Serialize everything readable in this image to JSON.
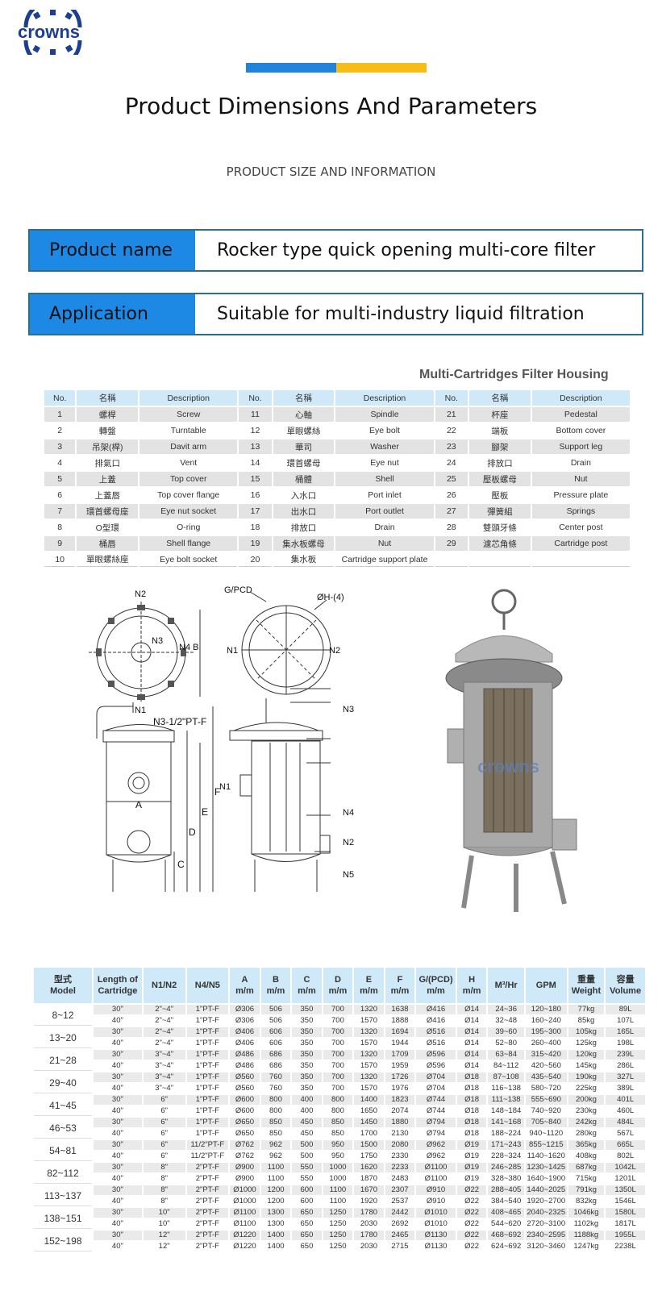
{
  "brand": {
    "name": "crowns",
    "color": "#1d3f8f"
  },
  "header": {
    "title": "Product Dimensions And Parameters",
    "subtitle": "PRODUCT SIZE AND INFORMATION",
    "bar_colors": [
      "#1f84dd",
      "#f6bd18"
    ]
  },
  "info": [
    {
      "label": "Product name",
      "value": "Rocker type quick opening multi-core filter"
    },
    {
      "label": "Application",
      "value": "Suitable for multi-industry liquid filtration"
    }
  ],
  "parts": {
    "title": "Multi-Cartridges Filter Housing",
    "headers": [
      "No.",
      "名稱",
      "Description",
      "No.",
      "名稱",
      "Description",
      "No.",
      "名稱",
      "Description"
    ],
    "rows": [
      [
        "1",
        "螺桿",
        "Screw",
        "11",
        "心軸",
        "Spindle",
        "21",
        "杯座",
        "Pedestal"
      ],
      [
        "2",
        "轉盤",
        "Turntable",
        "12",
        "單眼螺絲",
        "Eye bolt",
        "22",
        "端板",
        "Bottom cover"
      ],
      [
        "3",
        "吊架(桿)",
        "Davit arm",
        "13",
        "華司",
        "Washer",
        "23",
        "腳架",
        "Support  leg"
      ],
      [
        "4",
        "排氣口",
        "Vent",
        "14",
        "環首螺母",
        "Eye nut",
        "24",
        "排放口",
        "Drain"
      ],
      [
        "5",
        "上蓋",
        "Top cover",
        "15",
        "桶體",
        "Shell",
        "25",
        "壓板螺母",
        "Nut"
      ],
      [
        "6",
        "上蓋唇",
        "Top cover flange",
        "16",
        "入水口",
        "Port inlet",
        "26",
        "壓板",
        "Pressure plate"
      ],
      [
        "7",
        "環首螺母座",
        "Eye nut socket",
        "17",
        "出水口",
        "Port outlet",
        "27",
        "彈簧組",
        "Springs"
      ],
      [
        "8",
        "O型環",
        "O-ring",
        "18",
        "排放口",
        "Drain",
        "28",
        "雙頭牙條",
        "Center post"
      ],
      [
        "9",
        "桶唇",
        "Shell flange",
        "19",
        "集水板螺母",
        "Nut",
        "29",
        "濾芯角條",
        "Cartridge post"
      ],
      [
        "10",
        "單眼螺絲座",
        "Eye bolt socket",
        "20",
        "集水板",
        "Cartridge support plate",
        "",
        "",
        ""
      ]
    ]
  },
  "drawing_labels": {
    "n1": "N1",
    "n2": "N2",
    "n3": "N3",
    "n4": "N4",
    "n5": "N5",
    "n4b": "N4 B",
    "gpcd": "G/PCD",
    "oh": "ØH-(4)",
    "n3pt": "N3-1/2\"PT-F",
    "a": "A",
    "c": "C",
    "d": "D",
    "e": "E",
    "f": "F",
    "watermark": "crowns"
  },
  "specs": {
    "headers": [
      [
        "型式",
        "Model"
      ],
      [
        "Length of",
        "Cartridge"
      ],
      [
        "N1/N2",
        ""
      ],
      [
        "N4/N5",
        ""
      ],
      [
        "A",
        "m/m"
      ],
      [
        "B",
        "m/m"
      ],
      [
        "C",
        "m/m"
      ],
      [
        "D",
        "m/m"
      ],
      [
        "E",
        "m/m"
      ],
      [
        "F",
        "m/m"
      ],
      [
        "G/(PCD)",
        "m/m"
      ],
      [
        "H",
        "m/m"
      ],
      [
        "M³/Hr",
        ""
      ],
      [
        "GPM",
        ""
      ],
      [
        "重量",
        "Weight"
      ],
      [
        "容量",
        "Volume"
      ]
    ],
    "groups": [
      {
        "model": "8~12",
        "rows": [
          [
            "30\"",
            "2\"~4\"",
            "1\"PT-F",
            "Ø306",
            "506",
            "350",
            "700",
            "1320",
            "1638",
            "Ø416",
            "Ø14",
            "24~36",
            "120~180",
            "77kg",
            "89L"
          ],
          [
            "40\"",
            "2\"~4\"",
            "1\"PT-F",
            "Ø306",
            "506",
            "350",
            "700",
            "1570",
            "1888",
            "Ø416",
            "Ø14",
            "32~48",
            "160~240",
            "85kg",
            "107L"
          ]
        ]
      },
      {
        "model": "13~20",
        "rows": [
          [
            "30\"",
            "2\"~4\"",
            "1\"PT-F",
            "Ø406",
            "606",
            "350",
            "700",
            "1320",
            "1694",
            "Ø516",
            "Ø14",
            "39~60",
            "195~300",
            "105kg",
            "165L"
          ],
          [
            "40\"",
            "2\"~4\"",
            "1\"PT-F",
            "Ø406",
            "606",
            "350",
            "700",
            "1570",
            "1944",
            "Ø516",
            "Ø14",
            "52~80",
            "260~400",
            "125kg",
            "198L"
          ]
        ]
      },
      {
        "model": "21~28",
        "rows": [
          [
            "30\"",
            "3\"~4\"",
            "1\"PT-F",
            "Ø486",
            "686",
            "350",
            "700",
            "1320",
            "1709",
            "Ø596",
            "Ø14",
            "63~84",
            "315~420",
            "120kg",
            "239L"
          ],
          [
            "40\"",
            "3\"~4\"",
            "1\"PT-F",
            "Ø486",
            "686",
            "350",
            "700",
            "1570",
            "1959",
            "Ø596",
            "Ø14",
            "84~112",
            "420~560",
            "145kg",
            "286L"
          ]
        ]
      },
      {
        "model": "29~40",
        "rows": [
          [
            "30\"",
            "3\"~4\"",
            "1\"PT-F",
            "Ø560",
            "760",
            "350",
            "700",
            "1320",
            "1726",
            "Ø704",
            "Ø18",
            "87~108",
            "435~540",
            "190kg",
            "327L"
          ],
          [
            "40\"",
            "3\"~4\"",
            "1\"PT-F",
            "Ø560",
            "760",
            "350",
            "700",
            "1570",
            "1976",
            "Ø704",
            "Ø18",
            "116~138",
            "580~720",
            "225kg",
            "389L"
          ]
        ]
      },
      {
        "model": "41~45",
        "rows": [
          [
            "30\"",
            "6\"",
            "1\"PT-F",
            "Ø600",
            "800",
            "400",
            "800",
            "1400",
            "1823",
            "Ø744",
            "Ø18",
            "111~138",
            "555~690",
            "200kg",
            "401L"
          ],
          [
            "40\"",
            "6\"",
            "1\"PT-F",
            "Ø600",
            "800",
            "400",
            "800",
            "1650",
            "2074",
            "Ø744",
            "Ø18",
            "148~184",
            "740~920",
            "230kg",
            "460L"
          ]
        ]
      },
      {
        "model": "46~53",
        "rows": [
          [
            "30\"",
            "6\"",
            "1\"PT-F",
            "Ø650",
            "850",
            "450",
            "850",
            "1450",
            "1880",
            "Ø794",
            "Ø18",
            "141~168",
            "705~840",
            "242kg",
            "484L"
          ],
          [
            "40\"",
            "6\"",
            "1\"PT-F",
            "Ø650",
            "850",
            "450",
            "850",
            "1700",
            "2130",
            "Ø794",
            "Ø18",
            "188~224",
            "940~1120",
            "280kg",
            "567L"
          ]
        ]
      },
      {
        "model": "54~81",
        "rows": [
          [
            "30\"",
            "6\"",
            "11/2\"PT-F",
            "Ø762",
            "962",
            "500",
            "950",
            "1500",
            "2080",
            "Ø962",
            "Ø19",
            "171~243",
            "855~1215",
            "365kg",
            "665L"
          ],
          [
            "40\"",
            "6\"",
            "11/2\"PT-F",
            "Ø762",
            "962",
            "500",
            "950",
            "1750",
            "2330",
            "Ø962",
            "Ø19",
            "228~324",
            "1140~1620",
            "408kg",
            "802L"
          ]
        ]
      },
      {
        "model": "82~112",
        "rows": [
          [
            "30\"",
            "8\"",
            "2\"PT-F",
            "Ø900",
            "1100",
            "550",
            "1000",
            "1620",
            "2233",
            "Ø1100",
            "Ø19",
            "246~285",
            "1230~1425",
            "687kg",
            "1042L"
          ],
          [
            "40\"",
            "8\"",
            "2\"PT-F",
            "Ø900",
            "1100",
            "550",
            "1000",
            "1870",
            "2483",
            "Ø1100",
            "Ø19",
            "328~380",
            "1640~1900",
            "715kg",
            "1201L"
          ]
        ]
      },
      {
        "model": "113~137",
        "rows": [
          [
            "30\"",
            "8\"",
            "2\"PT-F",
            "Ø1000",
            "1200",
            "600",
            "1100",
            "1670",
            "2307",
            "Ø910",
            "Ø22",
            "288~405",
            "1440~2025",
            "791kg",
            "1350L"
          ],
          [
            "40\"",
            "8\"",
            "2\"PT-F",
            "Ø1000",
            "1200",
            "600",
            "1100",
            "1920",
            "2537",
            "Ø910",
            "Ø22",
            "384~540",
            "1920~2700",
            "832kg",
            "1546L"
          ]
        ]
      },
      {
        "model": "138~151",
        "rows": [
          [
            "30\"",
            "10\"",
            "2\"PT-F",
            "Ø1100",
            "1300",
            "650",
            "1250",
            "1780",
            "2442",
            "Ø1010",
            "Ø22",
            "408~465",
            "2040~2325",
            "1046kg",
            "1580L"
          ],
          [
            "40\"",
            "10\"",
            "2\"PT-F",
            "Ø1100",
            "1300",
            "650",
            "1250",
            "2030",
            "2692",
            "Ø1010",
            "Ø22",
            "544~620",
            "2720~3100",
            "1102kg",
            "1817L"
          ]
        ]
      },
      {
        "model": "152~198",
        "rows": [
          [
            "30\"",
            "12\"",
            "2\"PT-F",
            "Ø1220",
            "1400",
            "650",
            "1250",
            "1780",
            "2465",
            "Ø1130",
            "Ø22",
            "468~692",
            "2340~2595",
            "1188kg",
            "1955L"
          ],
          [
            "40\"",
            "12\"",
            "2\"PT-F",
            "Ø1220",
            "1400",
            "650",
            "1250",
            "2030",
            "2715",
            "Ø1130",
            "Ø22",
            "624~692",
            "3120~3460",
            "1247kg",
            "2238L"
          ]
        ]
      }
    ]
  }
}
